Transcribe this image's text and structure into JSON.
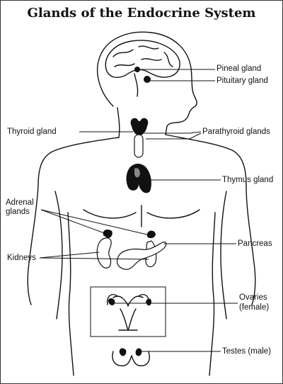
{
  "title": "Glands of the Endocrine System",
  "labels": {
    "pineal": "Pineal gland",
    "pituitary": "Pituitary gland",
    "thyroid": "Thyroid gland",
    "parathyroid": "Parathyroid glands",
    "thymus": "Thymus gland",
    "adrenal_line1": "Adrenal",
    "adrenal_line2": "glands",
    "pancreas": "Pancreas",
    "kidneys": "Kidneys",
    "ovaries_line1": "Ovaries",
    "ovaries_line2": "(female)",
    "testes": "Testes (male)"
  },
  "colors": {
    "outline": "#111111",
    "gland": "#111111",
    "gland_highlight": "#888888",
    "background": "#ffffff"
  }
}
